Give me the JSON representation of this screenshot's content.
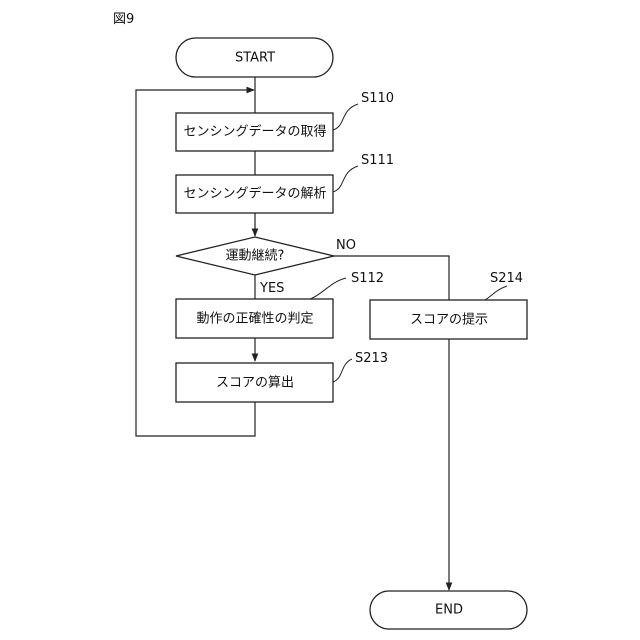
{
  "figure_label": "図9",
  "nodes": {
    "start": "START",
    "s110": "センシングデータの取得",
    "s111": "センシングデータの解析",
    "decision": "運動継続?",
    "s112": "動作の正確性の判定",
    "s213": "スコアの算出",
    "s214": "スコアの提示",
    "end": "END"
  },
  "step_ids": {
    "s110": "S110",
    "s111": "S111",
    "s112": "S112",
    "s213": "S213",
    "s214": "S214"
  },
  "branches": {
    "yes": "YES",
    "no": "NO"
  }
}
